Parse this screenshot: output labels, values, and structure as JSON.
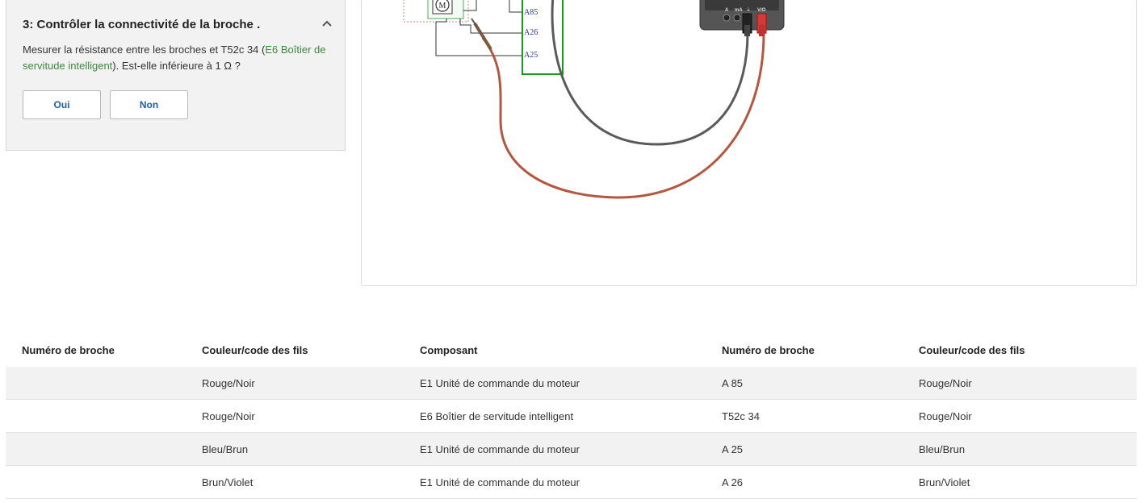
{
  "step": {
    "title": "3: Contrôler la connectivité de la broche .",
    "question_before": "Mesurer la résistance entre les broches et T52c 34 (",
    "question_link": "E6 Boîtier de servitude intelligent",
    "question_after": "). Est-elle inférieure à 1 Ω ?",
    "yes_label": "Oui",
    "no_label": "Non",
    "collapse_icon": "chevron-up-icon"
  },
  "diagram": {
    "pin_labels": [
      "A85",
      "A26",
      "A25"
    ],
    "motor_symbol": "M",
    "meter_jacks": [
      "A",
      "mA",
      "⏚",
      "V/Ω"
    ],
    "wire_colors": {
      "black_lead": "#5a5a5a",
      "red_lead": "#b5573f",
      "connector": "#1a9a1a",
      "pin_text": "#2233aa"
    }
  },
  "table": {
    "headers": [
      "Numéro de broche",
      "Couleur/code des fils",
      "Composant",
      "Numéro de broche",
      "Couleur/code des fils"
    ],
    "rows": [
      [
        "",
        "Rouge/Noir",
        "E1 Unité de commande du moteur",
        "A 85",
        "Rouge/Noir"
      ],
      [
        "",
        "Rouge/Noir",
        "E6 Boîtier de servitude intelligent",
        "T52c 34",
        "Rouge/Noir"
      ],
      [
        "",
        "Bleu/Brun",
        "E1 Unité de commande du moteur",
        "A 25",
        "Bleu/Brun"
      ],
      [
        "",
        "Brun/Violet",
        "E1 Unité de commande du moteur",
        "A 26",
        "Brun/Violet"
      ]
    ]
  }
}
